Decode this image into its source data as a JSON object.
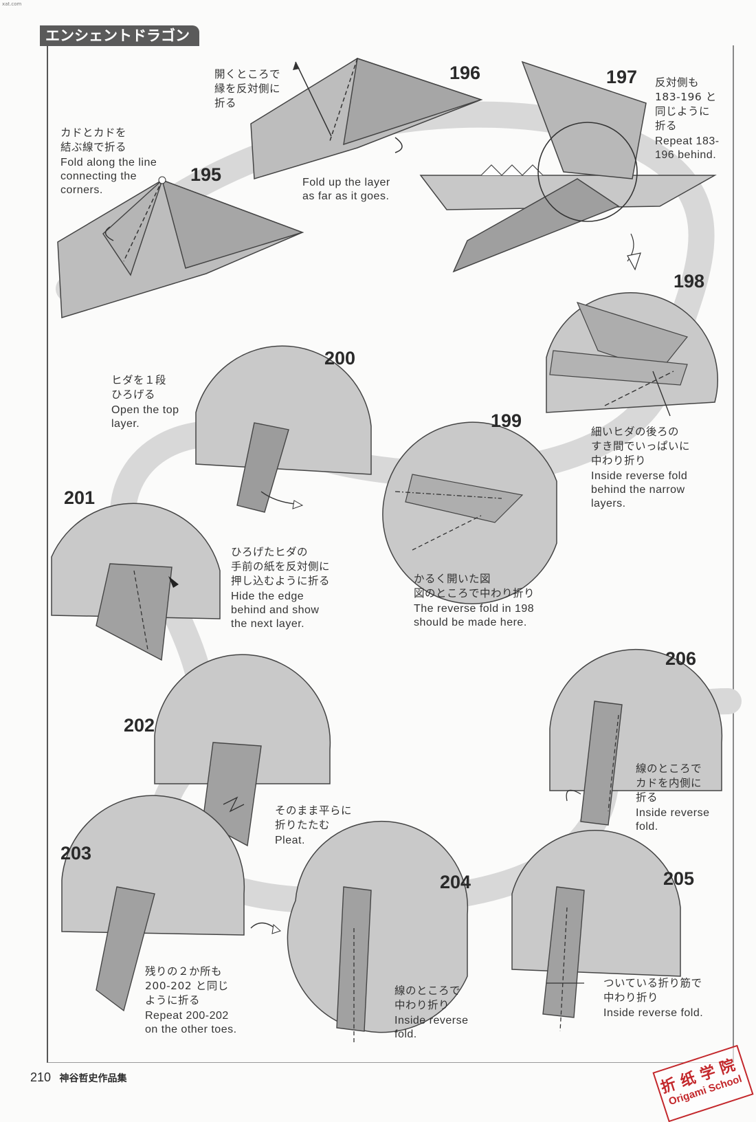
{
  "header": {
    "title": "エンシェントドラゴン"
  },
  "corner_mark": "xat.com",
  "steps": {
    "s195": {
      "number": "195",
      "jp": "カドとカドを\n結ぶ線で折る",
      "en": "Fold along the line\nconnecting the\ncorners."
    },
    "s196": {
      "number": "196",
      "jp": "開くところで\n縁を反対側に\n折る",
      "en": "Fold up the layer\nas far as it goes."
    },
    "s197": {
      "number": "197",
      "jp": "反対側も\n183-196 と\n同じように\n折る",
      "en": "Repeat 183-\n196 behind."
    },
    "s198": {
      "number": "198",
      "jp": "細いヒダの後ろの\nすき間でいっぱいに\n中わり折り",
      "en": "Inside reverse fold\nbehind the narrow\nlayers."
    },
    "s199": {
      "number": "199",
      "jp": "かるく開いた図\n図のところで中わり折り",
      "en": "The reverse fold in 198\nshould be made here."
    },
    "s200": {
      "number": "200",
      "jp": "ヒダを１段\nひろげる",
      "en": "Open the top\nlayer."
    },
    "s201": {
      "number": "201",
      "jp": "ひろげたヒダの\n手前の紙を反対側に\n押し込むように折る",
      "en": "Hide the edge\nbehind and show\nthe next layer."
    },
    "s202": {
      "number": "202",
      "jp": "そのまま平らに\n折りたたむ",
      "en": "Pleat."
    },
    "s203": {
      "number": "203",
      "jp": "残りの２か所も\n200-202 と同じ\nように折る",
      "en": "Repeat 200-202\non the other toes."
    },
    "s204": {
      "number": "204",
      "jp": "線のところで\n中わり折り",
      "en": "Inside reverse\nfold."
    },
    "s205": {
      "number": "205",
      "jp": "ついている折り筋で\n中わり折り",
      "en": "Inside reverse fold."
    },
    "s206": {
      "number": "206",
      "jp": "線のところで\nカドを内側に\n折る",
      "en": "Inside reverse\nfold."
    }
  },
  "footer": {
    "page": "210",
    "book": "神谷哲史作品集"
  },
  "stamp": {
    "chinese": "折纸学院",
    "latin": "Origami School"
  },
  "colors": {
    "paper": "#a9a9a9",
    "paper_light": "#c4c4c4",
    "path": "#d6d6d6",
    "line": "#3a3a3a",
    "stamp": "#c3272b"
  }
}
